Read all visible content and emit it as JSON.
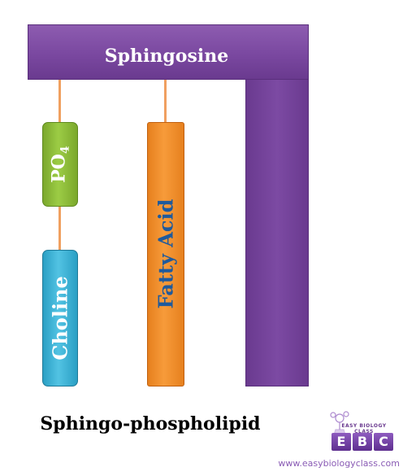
{
  "diagram": {
    "backbone_label": "Sphingosine",
    "phosphate_label": "PO",
    "phosphate_subscript": "4",
    "choline_label": "Choline",
    "fatty_acid_label": "Fatty Acid",
    "caption": "Sphingo-phospholipid",
    "colors": {
      "sphingosine": "#7a48a0",
      "phosphate": "#8dbb3a",
      "choline": "#3fb2d6",
      "fatty_acid": "#f28c2c",
      "connector": "#f0a060",
      "fatty_acid_text": "#1f5a9c"
    }
  },
  "logo": {
    "arc_text": "EASY BIOLOGY CLASS",
    "letters": [
      "E",
      "B",
      "C"
    ],
    "url": "www.easybiologyclass.com",
    "icon": "flask-with-flower-icon"
  }
}
